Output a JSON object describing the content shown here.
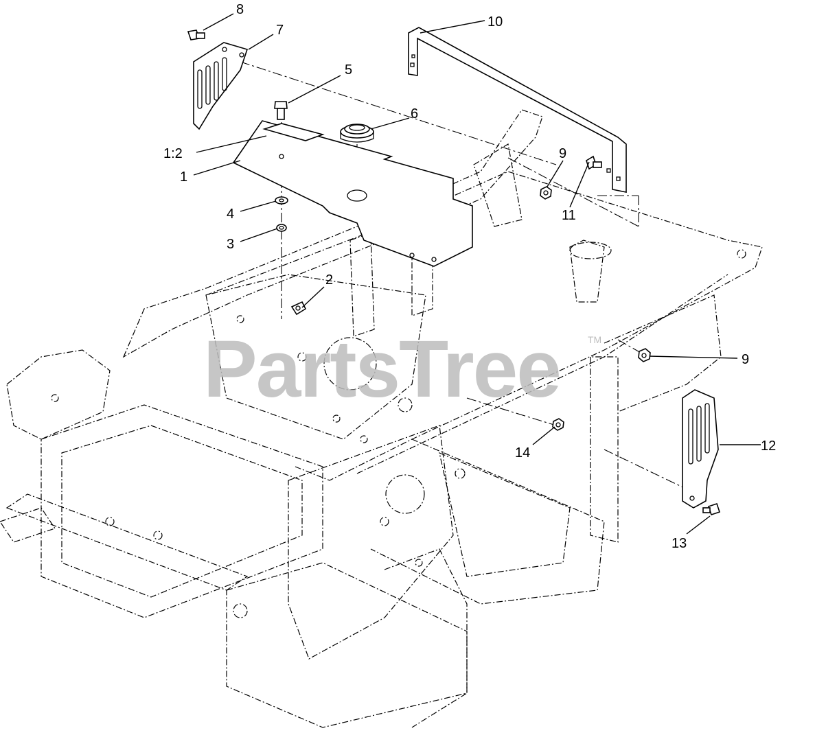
{
  "watermark": {
    "text": "PartsTree",
    "trademark": "TM"
  },
  "callouts": {
    "c1": "1",
    "c1_2": "1:2",
    "c2": "2",
    "c3": "3",
    "c4": "4",
    "c5": "5",
    "c6": "6",
    "c7": "7",
    "c8": "8",
    "c9a": "9",
    "c9b": "9",
    "c10": "10",
    "c11": "11",
    "c12": "12",
    "c13": "13",
    "c14": "14"
  }
}
